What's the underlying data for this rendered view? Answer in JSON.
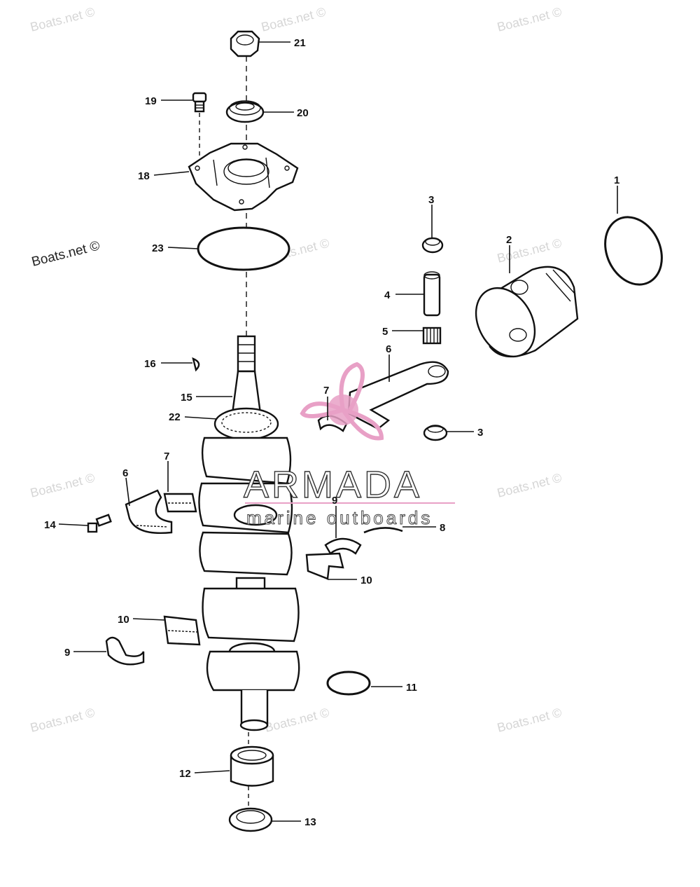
{
  "watermark": {
    "text": "Boats.net ©",
    "dark_text": "Boats.net ©"
  },
  "brand": {
    "name": "ARMADA",
    "tagline": "marine outboards",
    "accent_color": "#e8a0c6"
  },
  "callouts": {
    "c1": "1",
    "c2": "2",
    "c3a": "3",
    "c3b": "3",
    "c4": "4",
    "c5": "5",
    "c6a": "6",
    "c6b": "6",
    "c7a": "7",
    "c7b": "7",
    "c8": "8",
    "c9a": "9",
    "c9b": "9",
    "c10a": "10",
    "c10b": "10",
    "c11": "11",
    "c12": "12",
    "c13": "13",
    "c14": "14",
    "c15": "15",
    "c16": "16",
    "c18": "18",
    "c19": "19",
    "c20": "20",
    "c21": "21",
    "c22": "22",
    "c23": "23"
  }
}
